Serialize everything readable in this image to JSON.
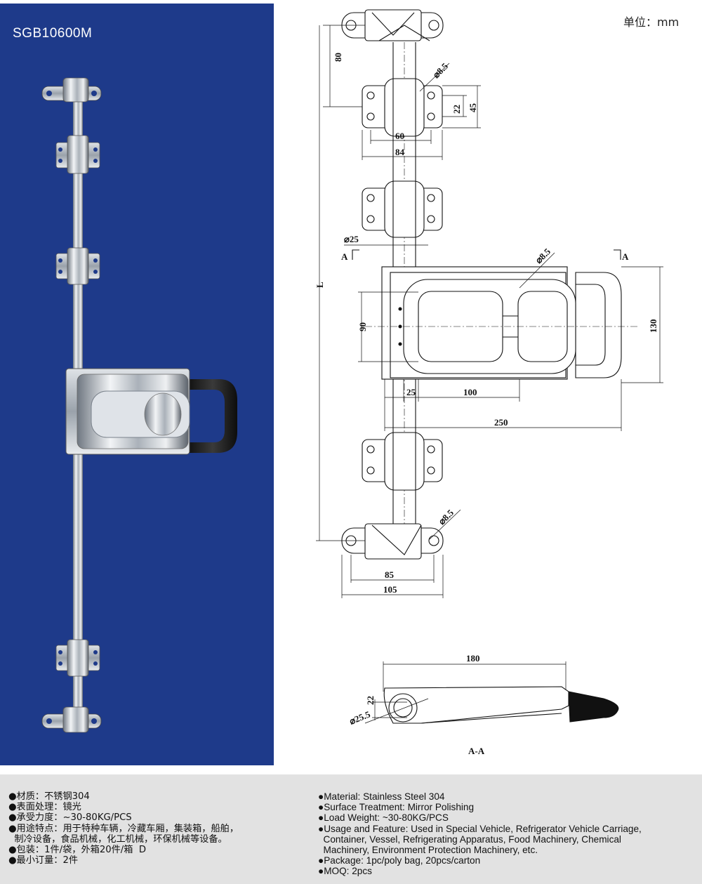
{
  "product": {
    "model": "SGB10600M",
    "unit_label": "单位：mm"
  },
  "drawing": {
    "dimensions": {
      "d80": "80",
      "d8_5_top": "⌀8.5",
      "d22": "22",
      "d45": "45",
      "d60": "60",
      "d84": "84",
      "d25_dia": "⌀25",
      "section_a_left": "A",
      "section_a_right": "A",
      "d8_5_mid": "⌀8.5",
      "dL": "L",
      "d90": "90",
      "d130": "130",
      "d25": "25",
      "d100": "100",
      "d250": "250",
      "d8_5_bottom": "⌀8.5",
      "d85": "85",
      "d105": "105",
      "d180": "180",
      "d22_side": "22",
      "d25_5": "⌀25.5",
      "section_title": "A-A"
    }
  },
  "specs": {
    "cn": [
      "●材质：不锈钢304",
      "●表面处理：镜光",
      "●承受力度：~30-80KG/PCS",
      "●用途特点：用于特种车辆，冷藏车厢，集装箱，船舶，",
      "  制冷设备，食品机械，化工机械，环保机械等设备。",
      "●包装：1件/袋，外箱20件/箱  D",
      "●最小订量：2件"
    ],
    "en": [
      "●Material: Stainless Steel 304",
      "●Surface Treatment: Mirror Polishing",
      "●Load Weight: ~30-80KG/PCS",
      "●Usage and Feature: Used in Special Vehicle, Refrigerator Vehicle Carriage,",
      "  Container, Vessel, Refrigerating Apparatus, Food Machinery, Chemical",
      "  Machinery, Environment Protection Machinery, etc.",
      "●Package: 1pc/poly bag, 20pcs/carton",
      "●MOQ: 2pcs"
    ]
  },
  "colors": {
    "panel": "#1e3a8a",
    "spec_bar": "#e2e2e2"
  }
}
